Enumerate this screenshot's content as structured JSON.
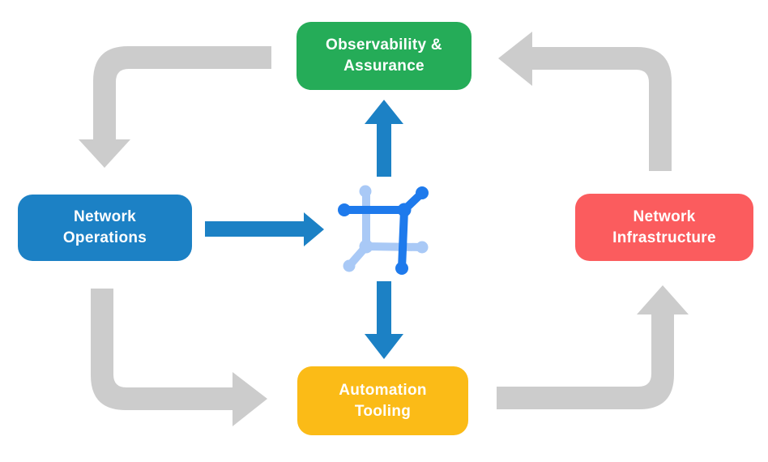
{
  "title": "Network automation cycle diagram",
  "colors": {
    "background": "#FFFFFF",
    "box_text": "#FFFFFF",
    "arrow_gray": "#CCCCCC",
    "arrow_blue": "#1C81C5",
    "icon_dark_blue": "#1E7AEC",
    "icon_light_blue": "#A9C9F6"
  },
  "boxes": {
    "observability": {
      "lines": [
        "Observability &",
        "Assurance"
      ],
      "color": "#25AC58"
    },
    "operations": {
      "lines": [
        "Network",
        "Operations"
      ],
      "color": "#1C81C5"
    },
    "infrastructure": {
      "lines": [
        "Network",
        "Infrastructure"
      ],
      "color": "#FB5C5E"
    },
    "tooling": {
      "lines": [
        "Automation",
        "Tooling"
      ],
      "color": "#FBBB17"
    }
  },
  "center_icon": {
    "name": "network-mesh-icon"
  },
  "flows": {
    "gray_cycle": [
      {
        "from": "Observability & Assurance",
        "to": "Network Operations"
      },
      {
        "from": "Network Operations",
        "to": "Automation Tooling"
      },
      {
        "from": "Automation Tooling",
        "to": "Network Infrastructure"
      },
      {
        "from": "Network Infrastructure",
        "to": "Observability & Assurance"
      }
    ],
    "blue_arrows": [
      {
        "from": "Network Operations",
        "to": "center-icon"
      },
      {
        "from": "center-icon",
        "to": "Observability & Assurance"
      },
      {
        "from": "center-icon",
        "to": "Automation Tooling"
      }
    ]
  }
}
